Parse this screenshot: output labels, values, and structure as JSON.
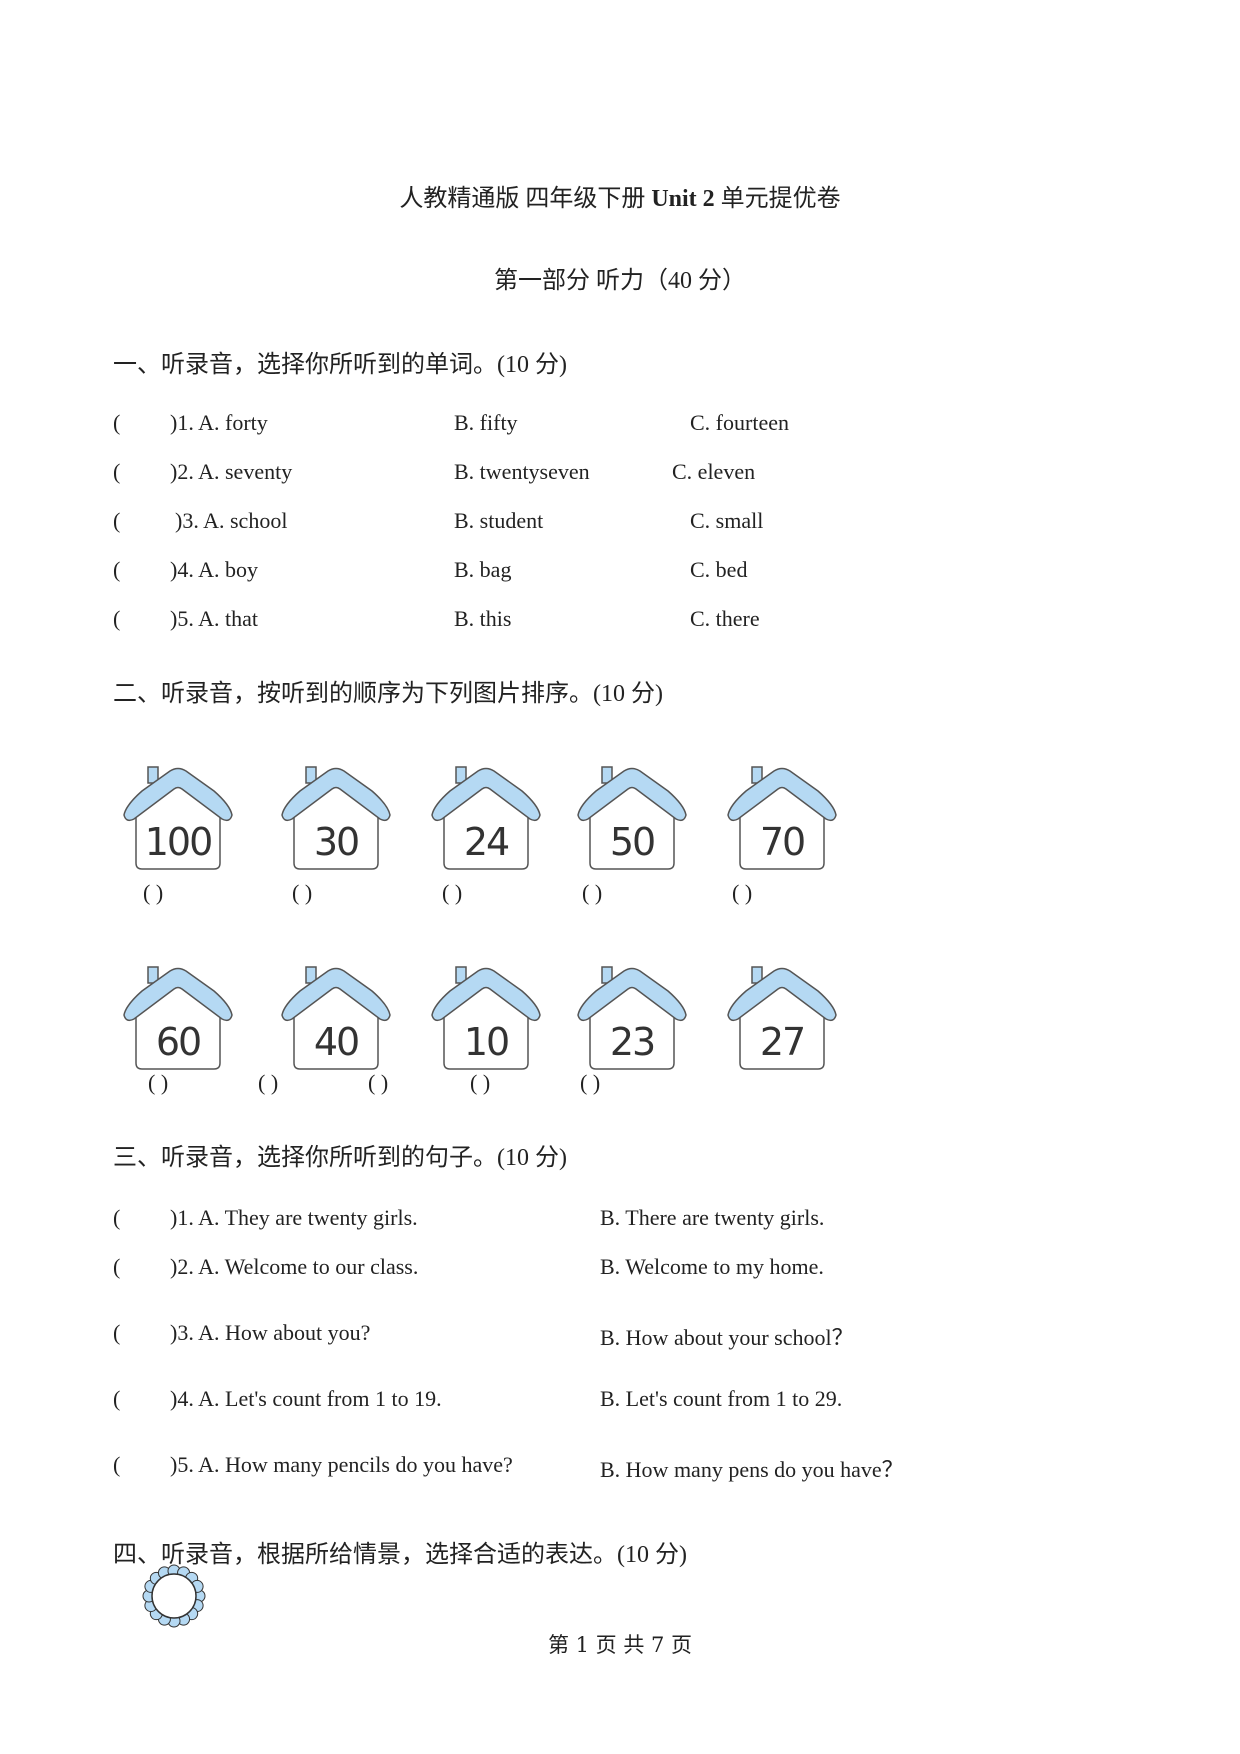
{
  "title": {
    "prefix": "人教精通版 四年级下册 ",
    "bold": "Unit 2 ",
    "suffix": "单元提优卷"
  },
  "part_title": "第一部分  听力（40 分）",
  "section1": {
    "heading": "一、听录音，选择你所听到的单词。(10 分)",
    "items": [
      {
        "num": ")1. A. forty",
        "b": "B. fifty",
        "c": "C. fourteen"
      },
      {
        "num": ")2. A. seventy",
        "b": "B. twentyseven",
        "c": "C. eleven"
      },
      {
        "num": ")3. A. school",
        "b": "B. student",
        "c": "C. small"
      },
      {
        "num": ")4. A. boy",
        "b": "B. bag",
        "c": "C. bed"
      },
      {
        "num": ")5. A. that",
        "b": "B. this",
        "c": "C. there"
      }
    ],
    "open_paren": "("
  },
  "section2": {
    "heading": "二、听录音，按听到的顺序为下列图片排序。(10 分)",
    "row1": [
      "100",
      "30",
      "24",
      "50",
      "70"
    ],
    "row2": [
      "60",
      "40",
      "10",
      "23",
      "27"
    ],
    "answer_blank": "(      )",
    "icon": "house-icon"
  },
  "section3": {
    "heading": "三、听录音，选择你所听到的句子。(10 分)",
    "items": [
      {
        "a": ")1. A. They are twenty girls.",
        "b": "B. There are twenty girls."
      },
      {
        "a": ")2. A. Welcome to our class.",
        "b": "B. Welcome to my home."
      },
      {
        "a": ")3. A. How about you?",
        "b": "B. How about your school？"
      },
      {
        "a": ")4. A. Let's count from 1 to 19.",
        "b": "B. Let's count from 1 to 29."
      },
      {
        "a": ")5. A. How many pencils do you have?",
        "b": "B. How many pens do you have？"
      }
    ],
    "open_paren": "("
  },
  "section4": {
    "heading": "四、听录音，根据所给情景，选择合适的表达。(10 分)",
    "icon": "scalloped-frame-icon"
  },
  "footer": "第 1 页 共 7 页",
  "colors": {
    "roof": "#b5d9f3",
    "roof_stroke": "#555555",
    "text": "#222222"
  }
}
